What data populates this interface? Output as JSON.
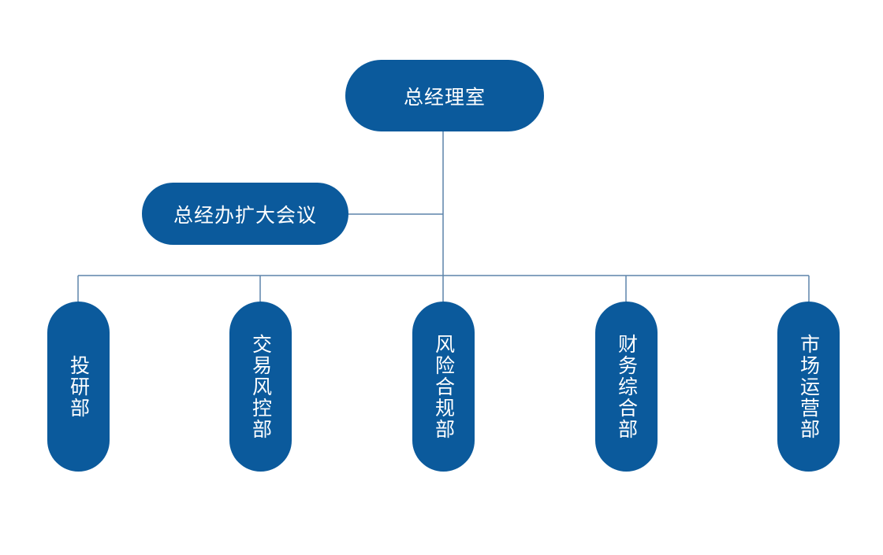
{
  "colors": {
    "node_fill": "#0b5a9c",
    "line": "#5d84aa",
    "text": "#ffffff"
  },
  "top": {
    "label": "总经理室"
  },
  "side": {
    "label": "总经办扩大会议"
  },
  "departments": [
    {
      "label": "投研部"
    },
    {
      "label": "交易风控部"
    },
    {
      "label": "风险合规部"
    },
    {
      "label": "财务综合部"
    },
    {
      "label": "市场运营部"
    }
  ]
}
